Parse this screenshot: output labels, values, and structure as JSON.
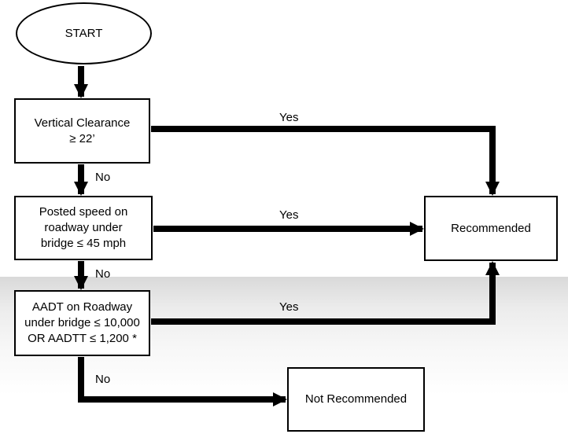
{
  "nodes": {
    "start": "START",
    "vertical_clearance": "Vertical Clearance\n≥ 22’",
    "posted_speed": "Posted speed on\nroadway under\nbridge ≤ 45 mph",
    "aadt": "AADT on Roadway\nunder bridge ≤ 10,000\nOR AADTT ≤ 1,200 *",
    "recommended": "Recommended",
    "not_recommended": "Not Recommended"
  },
  "edges": {
    "vertical_clearance_yes": "Yes",
    "vertical_clearance_no": "No",
    "posted_speed_yes": "Yes",
    "posted_speed_no": "No",
    "aadt_yes": "Yes",
    "aadt_no": "No"
  },
  "colors": {
    "line": "#000000",
    "box_fill": "#ffffff",
    "background_band": "#d9d9d9"
  }
}
